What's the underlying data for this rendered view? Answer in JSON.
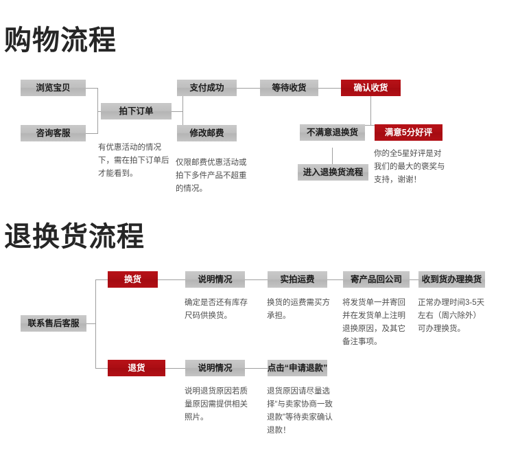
{
  "page": {
    "background": "#ffffff",
    "grey_box_color": "#bfbfbf",
    "red_box_color": "#b01015",
    "line_color": "#9e9e9e",
    "text_color": "#1a1a1a",
    "note_color": "#4d4d4d"
  },
  "sections": [
    {
      "id": "shopping-flow",
      "heading": "购物流程",
      "boxes": [
        {
          "id": "browse-item",
          "label": "浏览宝贝",
          "style": "grey"
        },
        {
          "id": "consult-service",
          "label": "咨询客服",
          "style": "grey"
        },
        {
          "id": "place-order",
          "label": "拍下订单",
          "style": "grey"
        },
        {
          "id": "payment-success",
          "label": "支付成功",
          "style": "grey"
        },
        {
          "id": "modify-shipping",
          "label": "修改邮费",
          "style": "grey"
        },
        {
          "id": "await-delivery",
          "label": "等待收货",
          "style": "grey"
        },
        {
          "id": "confirm-receipt",
          "label": "确认收货",
          "style": "red"
        },
        {
          "id": "unsatisfied-return",
          "label": "不满意退换货",
          "style": "grey"
        },
        {
          "id": "satisfied-review",
          "label": "满意5分好评",
          "style": "red"
        },
        {
          "id": "enter-return-flow",
          "label": "进入退换货流程",
          "style": "grey"
        }
      ],
      "notes": [
        {
          "id": "note-place-order",
          "text": "有优惠活动的情况下，需在拍下订单后才能看到。"
        },
        {
          "id": "note-modify-shipping",
          "text": "仅限邮费优惠活动或拍下多件产品不超重的情况。"
        },
        {
          "id": "note-satisfied",
          "text": "你的全5星好评是对我们的最大的褒奖与支持，谢谢！"
        }
      ]
    },
    {
      "id": "return-flow",
      "heading": "退换货流程",
      "boxes": [
        {
          "id": "contact-aftersales",
          "label": "联系售后客服",
          "style": "grey"
        },
        {
          "id": "exchange",
          "label": "换货",
          "style": "red"
        },
        {
          "id": "exchange-explain",
          "label": "说明情况",
          "style": "grey"
        },
        {
          "id": "exchange-shipping",
          "label": "实拍运费",
          "style": "grey"
        },
        {
          "id": "send-back",
          "label": "寄产品回公司",
          "style": "grey"
        },
        {
          "id": "received-process",
          "label": "收到货办理换货",
          "style": "grey"
        },
        {
          "id": "refund",
          "label": "退货",
          "style": "red"
        },
        {
          "id": "refund-explain",
          "label": "说明情况",
          "style": "grey"
        },
        {
          "id": "apply-refund",
          "label": "点击“申请退款”",
          "style": "grey"
        }
      ],
      "notes": [
        {
          "id": "note-exchange-explain",
          "text": "确定是否还有库存尺码供换货。"
        },
        {
          "id": "note-exchange-shipping",
          "text": "换货的运费需买方承担。"
        },
        {
          "id": "note-send-back",
          "text": "将发货单一并寄回并在发货单上注明退换原因，及其它备注事项。"
        },
        {
          "id": "note-received-process",
          "text": "正常办理时间3-5天左右（周六除外）可办理换货。"
        },
        {
          "id": "note-refund-explain",
          "text": "说明退货原因若质量原因需提供相关照片。"
        },
        {
          "id": "note-apply-refund",
          "text": "退货原因请尽量选择“与卖家协商一致退款”等待卖家确认退款！"
        }
      ]
    }
  ]
}
